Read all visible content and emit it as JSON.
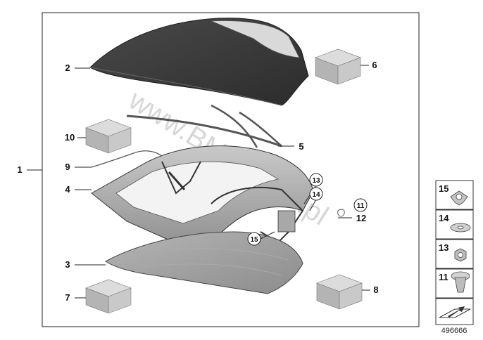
{
  "diagram": {
    "callouts": {
      "c1": "1",
      "c2": "2",
      "c3": "3",
      "c4": "4",
      "c5": "5",
      "c6": "6",
      "c7": "7",
      "c8": "8",
      "c9": "9",
      "c10": "10",
      "c11": "11",
      "c12": "12",
      "c13": "13",
      "c14": "14",
      "c15": "15"
    },
    "legend": {
      "l15": "15",
      "l14": "14",
      "l13": "13",
      "l11": "11"
    },
    "reference_number": "496666",
    "watermark": "www.BMWstore.pl",
    "colors": {
      "frame": "#222222",
      "panel_fill": "#ececec",
      "top_dark": "#3b3b3b",
      "liner": "#9a9a9a",
      "box": "#bdbdbd"
    }
  }
}
